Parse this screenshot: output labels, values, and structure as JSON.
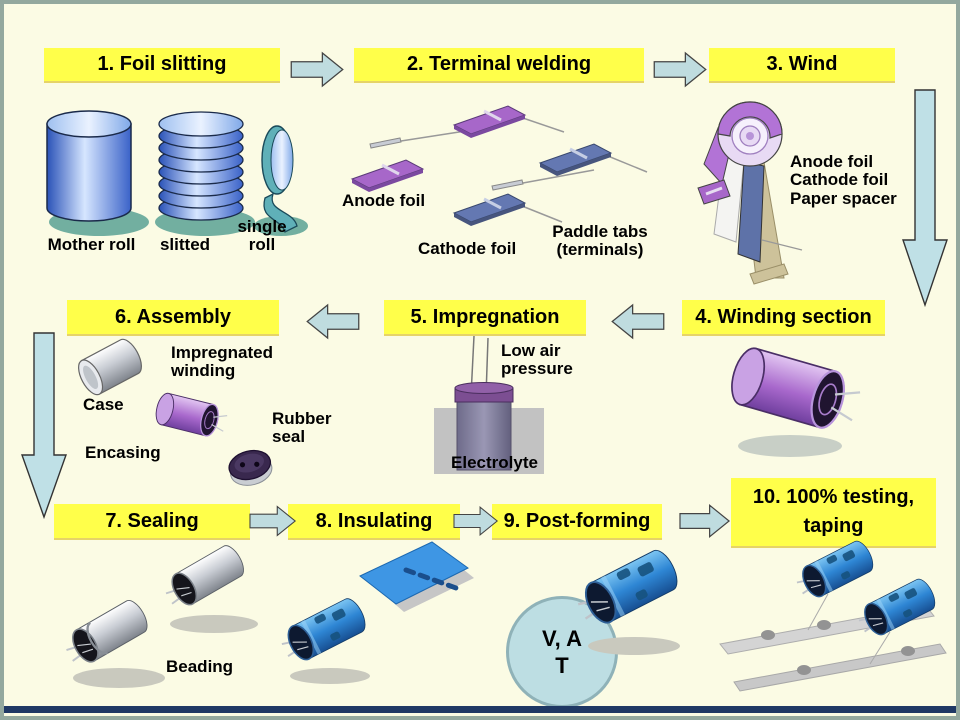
{
  "diagram": {
    "subject": "Electrolytic capacitor manufacturing process flow",
    "palette": {
      "background": "#FBFBE4",
      "frame_border": "#93A89E",
      "frame_bottom": "#1F3864",
      "step_box": "#FFFF4A",
      "flow_arrow": "#BFDCDF",
      "down_arrow": "#BFE0E6",
      "anode_purple": "#A767C9",
      "cathode_blue": "#6478B2",
      "capacitor_blue": "#2E86D4",
      "silver": "#C9CDD4",
      "test_circle": "#BDDEE3"
    }
  },
  "steps": [
    {
      "label": "1. Foil slitting"
    },
    {
      "label": "2. Terminal welding"
    },
    {
      "label": "3. Wind"
    },
    {
      "label": "4. Winding section"
    },
    {
      "label": "5. Impregnation"
    },
    {
      "label": "6. Assembly"
    },
    {
      "label": "7. Sealing"
    },
    {
      "label": "8. Insulating"
    },
    {
      "label": "9. Post-forming"
    },
    {
      "label": "10. 100% testing,\ntaping"
    }
  ],
  "labels": {
    "mother_roll": "Mother roll",
    "slitted": "slitted",
    "single_roll": "single\nroll",
    "anode_foil": "Anode foil",
    "cathode_foil": "Cathode foil",
    "paddle_tabs": "Paddle tabs\n(terminals)",
    "wind_layers": "Anode foil\nCathode foil\nPaper spacer",
    "low_air_pressure": "Low air\npressure",
    "electrolyte": "Electrolyte",
    "impregnated_winding": "Impregnated\nwinding",
    "case": "Case",
    "encasing": "Encasing",
    "rubber_seal": "Rubber\nseal",
    "beading": "Beading",
    "test_circle": "V, A\nT"
  }
}
